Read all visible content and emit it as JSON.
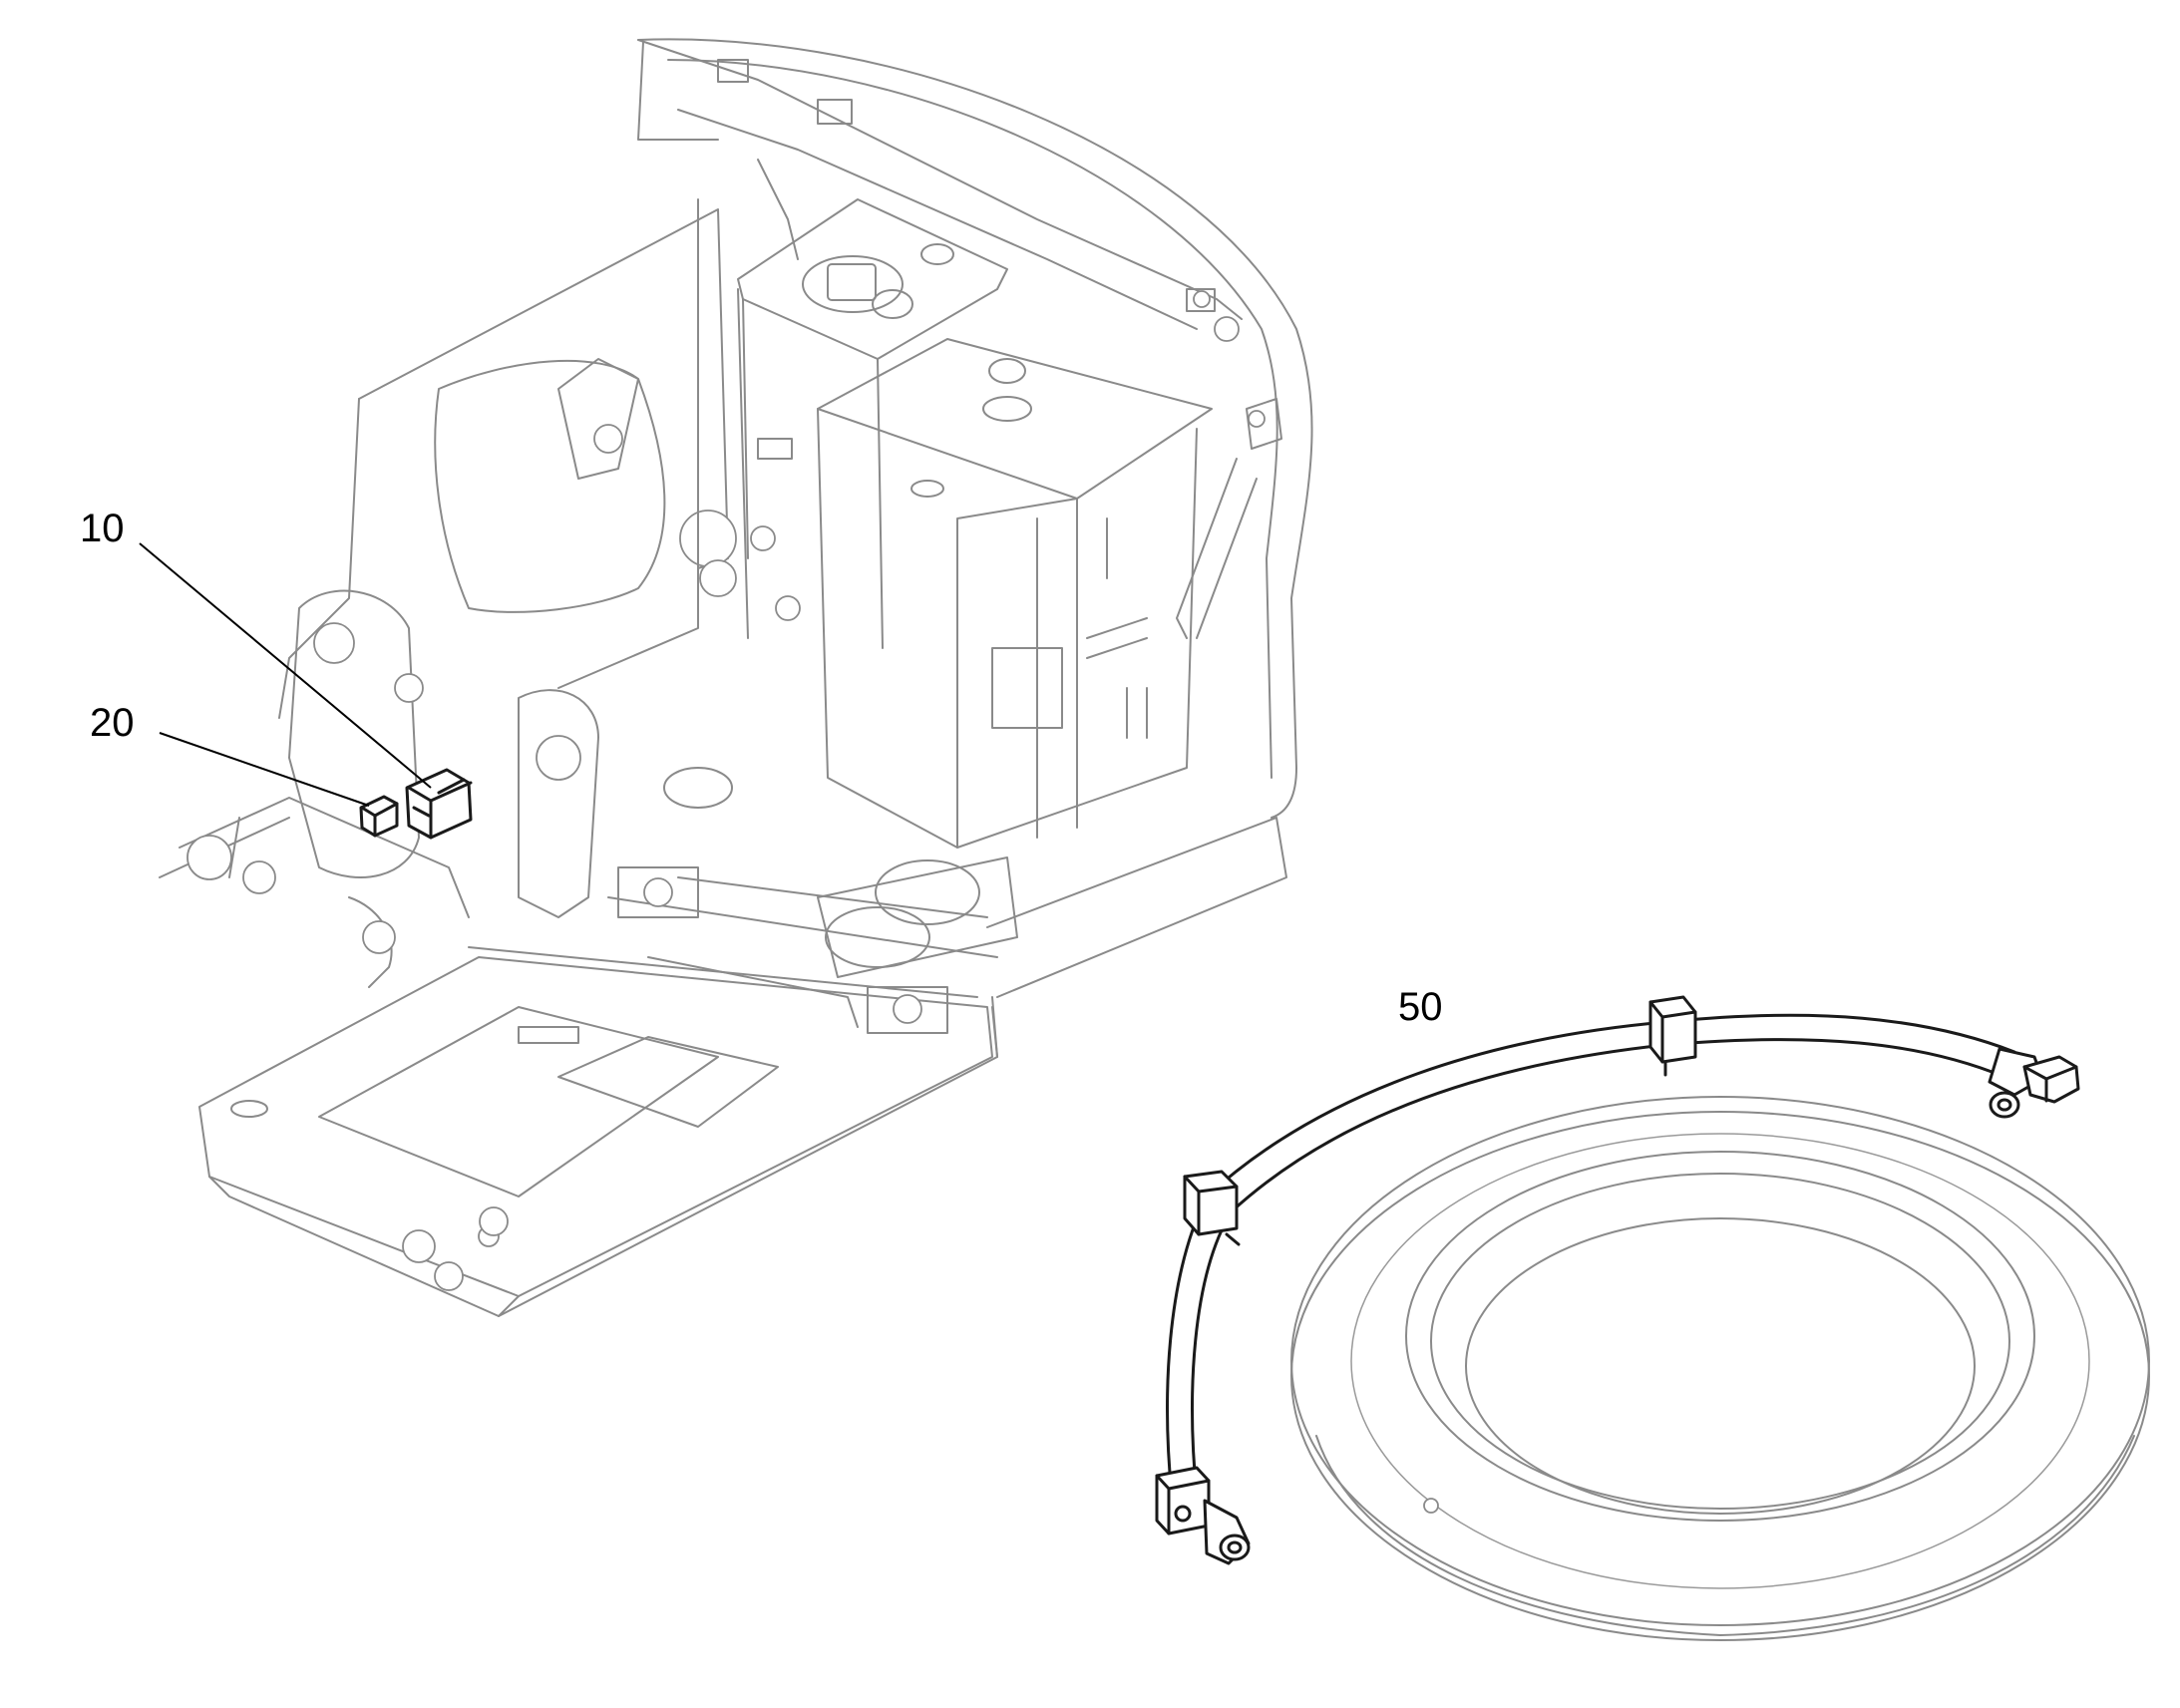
{
  "callouts": [
    {
      "id": "10",
      "text": "10"
    },
    {
      "id": "20",
      "text": "20"
    },
    {
      "id": "50",
      "text": "50"
    }
  ],
  "colors": {
    "background": "#ffffff",
    "detail_line": "#8a8a8a",
    "part_line": "#1a1a1a",
    "leader": "#000000"
  }
}
